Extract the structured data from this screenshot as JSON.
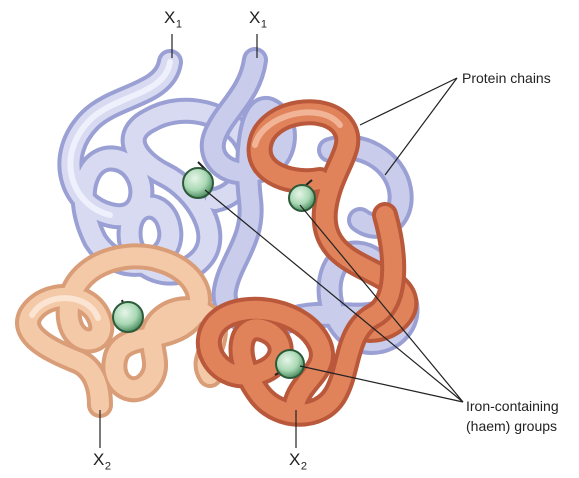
{
  "labels": {
    "x1_left": {
      "letter": "X",
      "sub": "1"
    },
    "x1_right": {
      "letter": "X",
      "sub": "1"
    },
    "x2_left": {
      "letter": "X",
      "sub": "2"
    },
    "x2_right": {
      "letter": "X",
      "sub": "2"
    },
    "protein_chains": "Protein chains",
    "iron_line1": "Iron-containing",
    "iron_line2": "(haem) groups"
  },
  "colors": {
    "alpha_chain": "#c9cdeb",
    "alpha_chain_shade": "#9aa0d4",
    "beta_light_chain": "#f3c9a8",
    "beta_light_shade": "#d99d78",
    "beta_dark_chain": "#e0825a",
    "beta_dark_shade": "#b9583a",
    "haem": "#a9d8b4",
    "haem_shade": "#4f8f62"
  }
}
